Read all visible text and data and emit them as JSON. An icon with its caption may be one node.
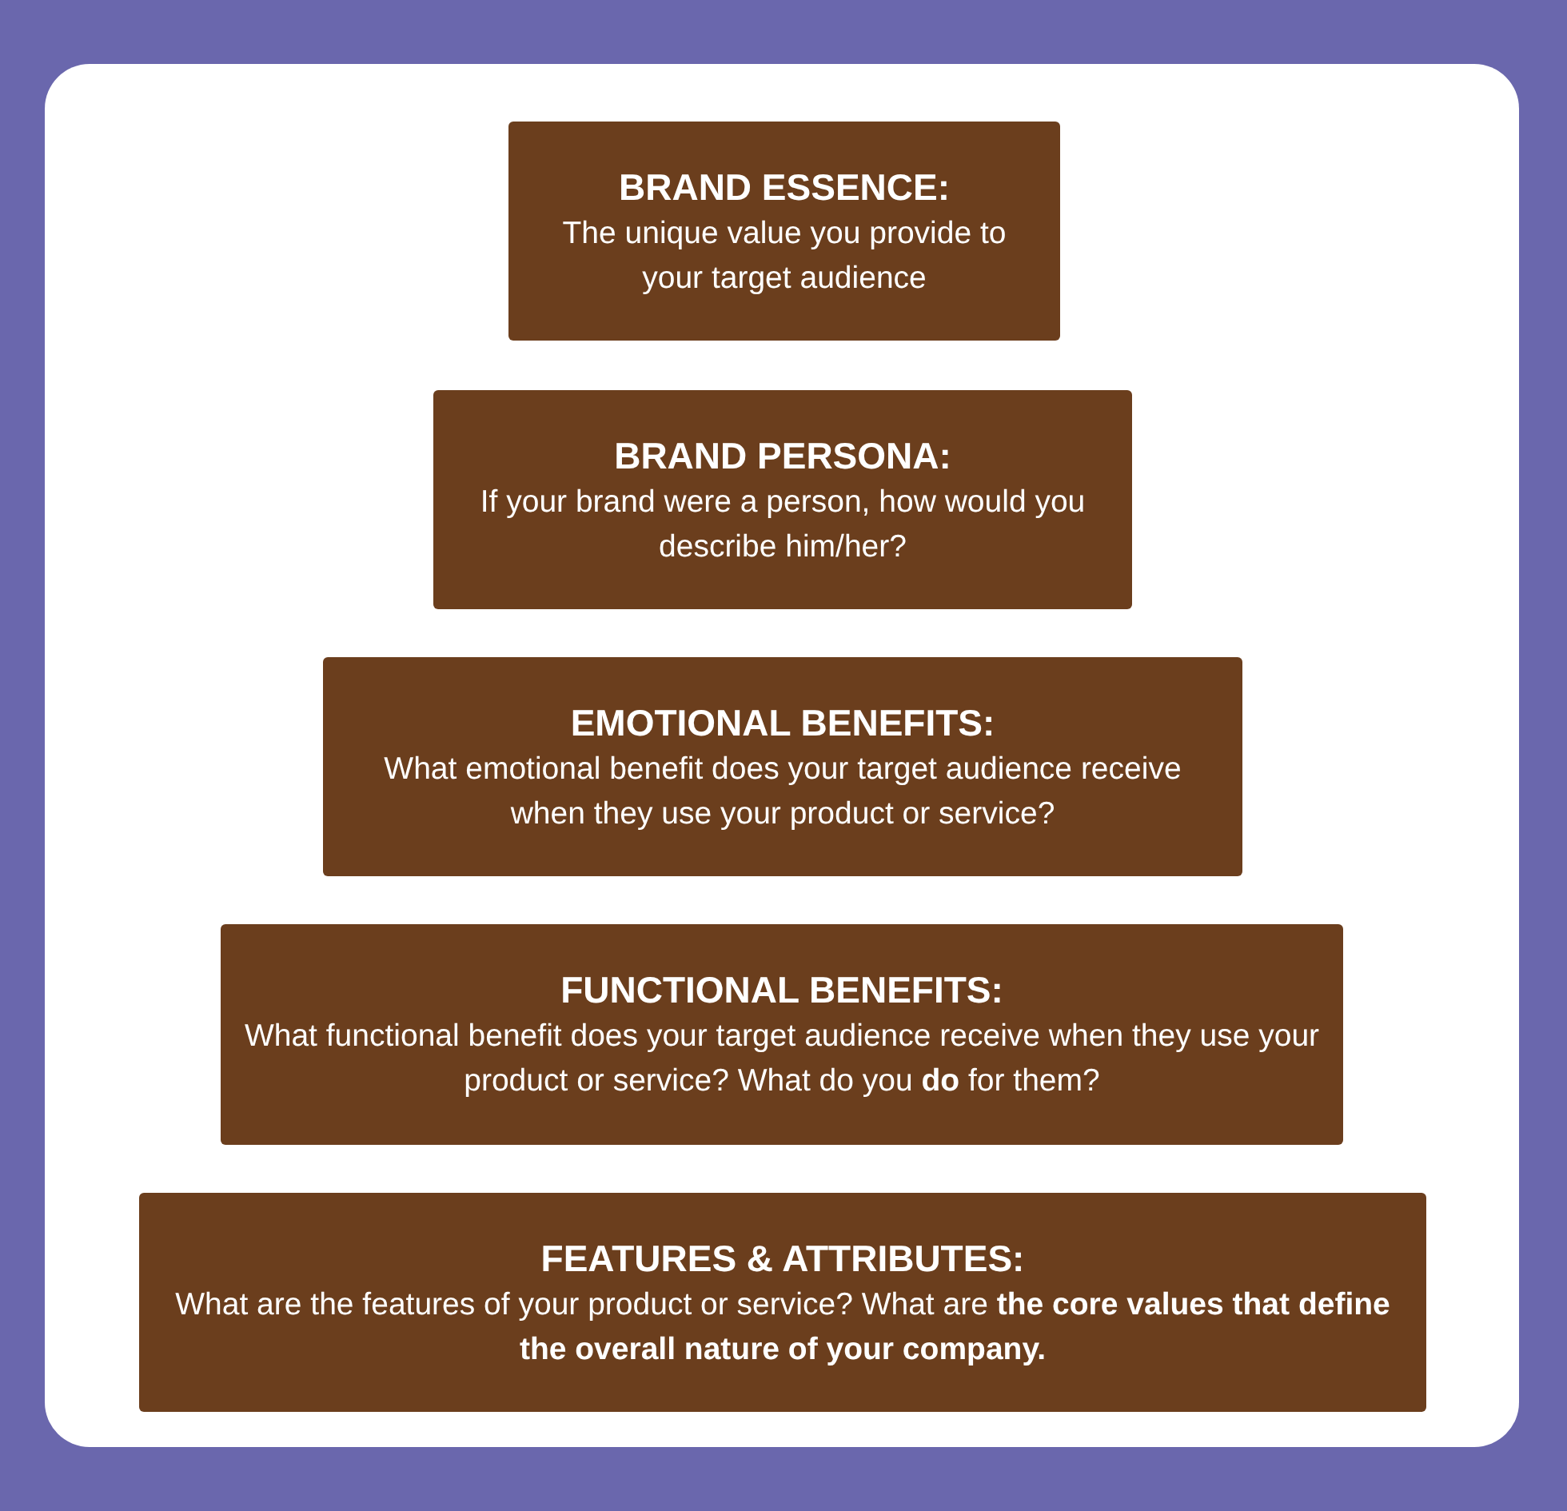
{
  "diagram": {
    "nodes": [
      {
        "text": [
          "BRAND ESSENCE:",
          "The unique value you provide to your target audience"
        ]
      },
      {
        "text": [
          "BRAND PERSONA:",
          "If your brand were a person, how would you describe him/her?"
        ]
      },
      {
        "text": [
          "EMOTIONAL BENEFITS:",
          "What emotional benefit does your target audience receive when they use your product or service?"
        ]
      },
      {
        "text": [
          "FUNCTIONAL BENEFITS:",
          "What functional benefit does your target audience receive when they use your product or service? What do you **do** for them?"
        ]
      },
      {
        "text": [
          "FEATURES & ATTRIBUTES:",
          "What are the features of your product or service? What are **the core values that define the overall nature of your company.**"
        ]
      }
    ]
  }
}
